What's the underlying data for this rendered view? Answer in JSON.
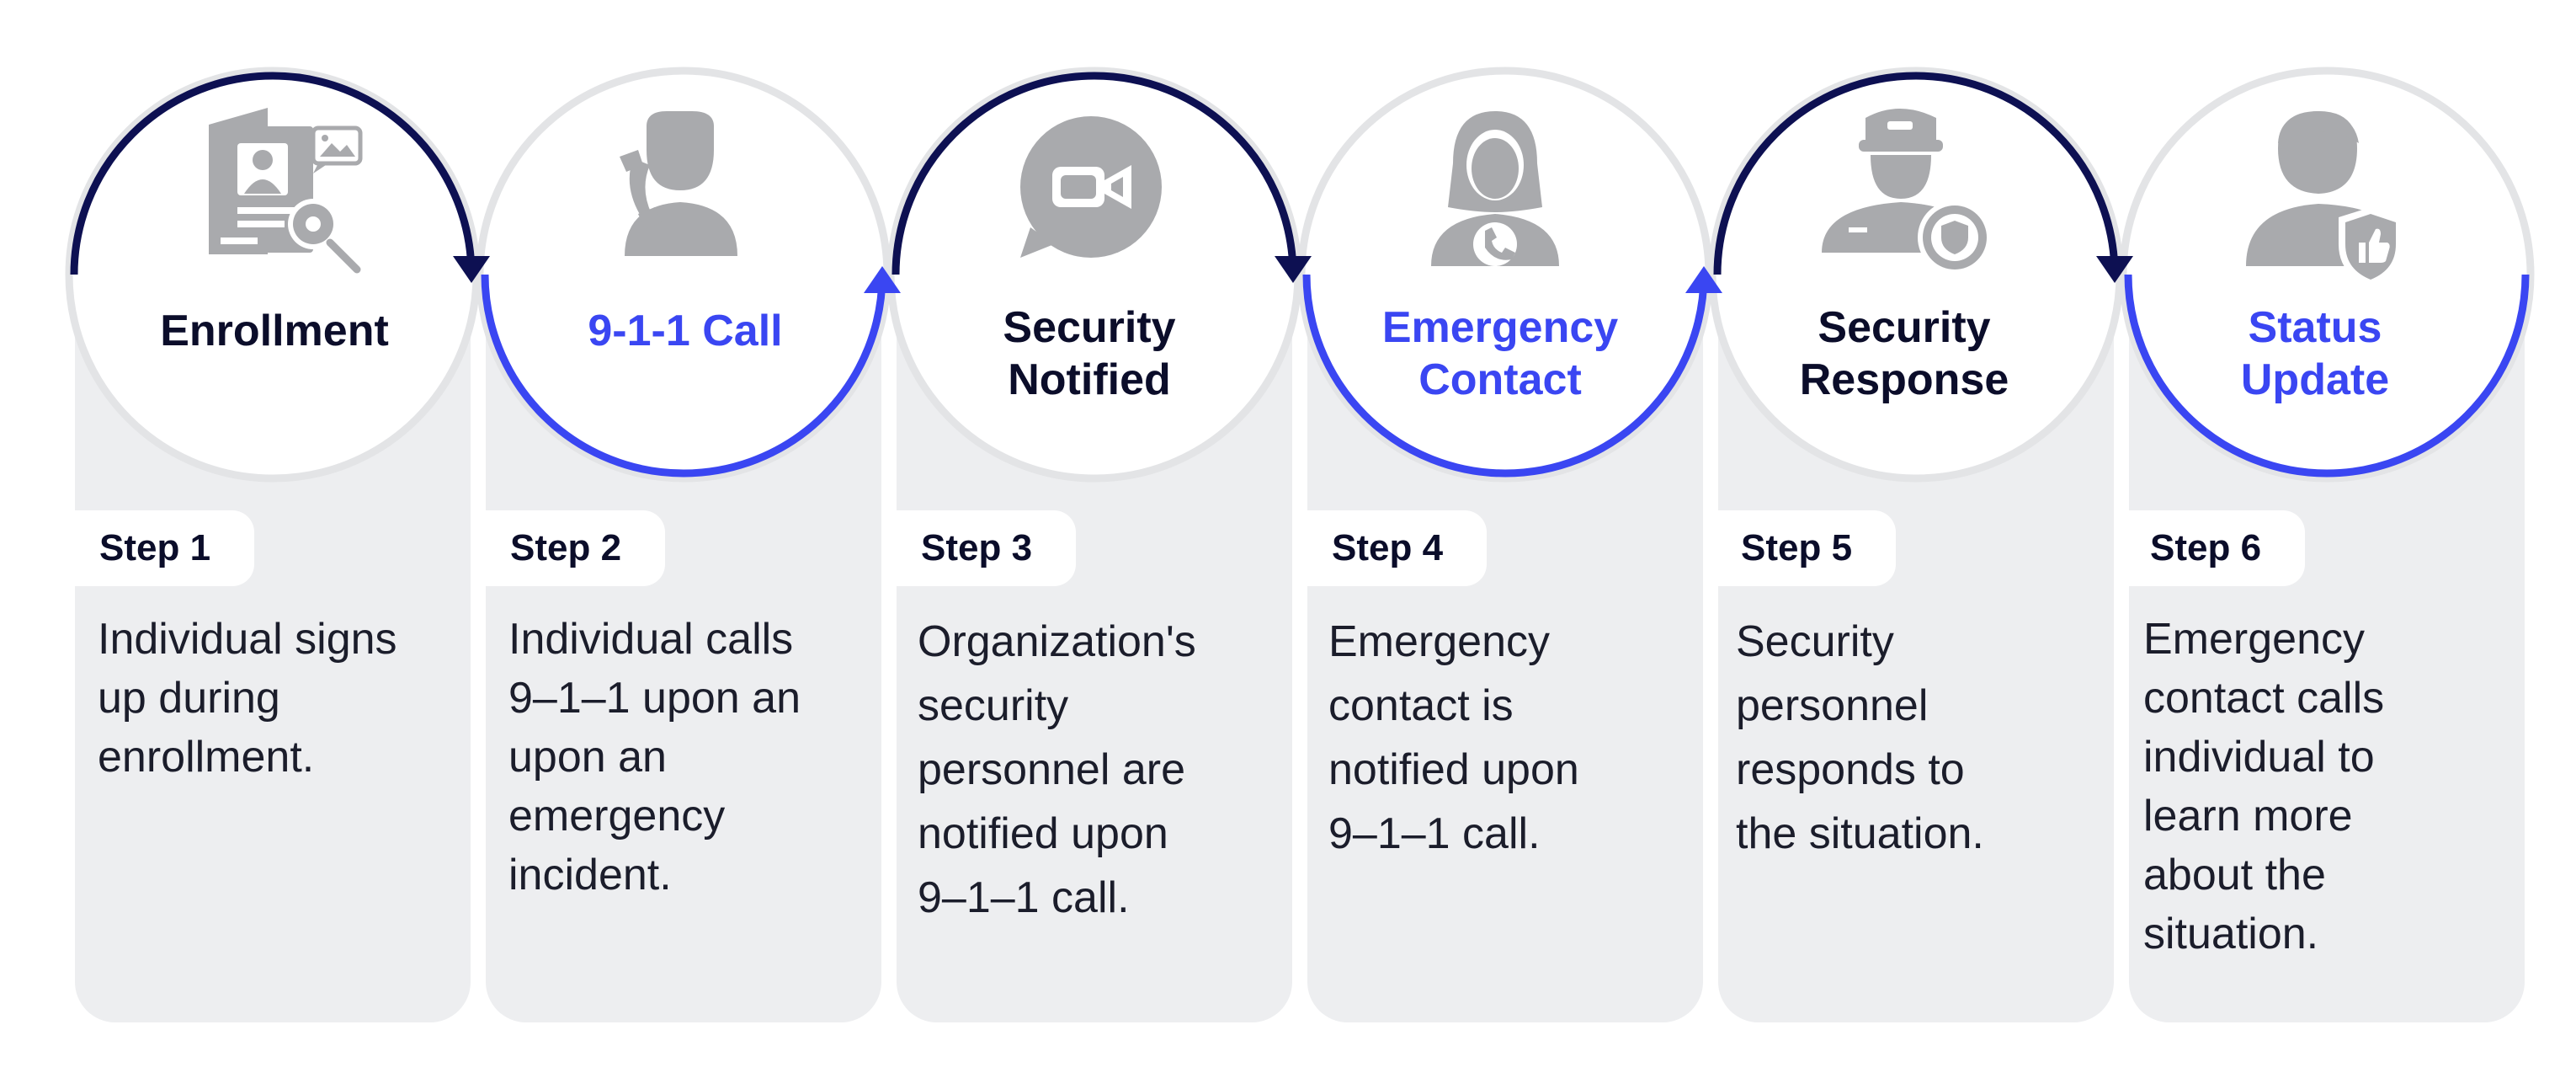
{
  "colors": {
    "navy": "#0d1052",
    "blue": "#3a46f2",
    "grey_ring": "#e3e4e6",
    "card": "#edeef0",
    "icon": "#a9aaad"
  },
  "steps": [
    {
      "badge": "Step 1",
      "title": [
        "Enrollment"
      ],
      "title_color": "dark",
      "description": [
        "Individual signs",
        "up during",
        "enrollment."
      ],
      "icon": "enrollment-document-icon"
    },
    {
      "badge": "Step 2",
      "title": [
        "9-1-1 Call"
      ],
      "title_color": "blue",
      "description": [
        "Individual calls",
        "9–1–1 upon an",
        "upon an",
        "emergency",
        "incident."
      ],
      "icon": "person-phone-call-icon"
    },
    {
      "badge": "Step 3",
      "title": [
        "Security",
        "Notified"
      ],
      "title_color": "dark",
      "description": [
        "Organization's",
        "security",
        "personnel are",
        "notified upon",
        "9–1–1 call."
      ],
      "icon": "video-chat-bubble-icon"
    },
    {
      "badge": "Step 4",
      "title": [
        "Emergency",
        "Contact"
      ],
      "title_color": "blue",
      "description": [
        "Emergency",
        "contact is",
        "notified upon",
        "9–1–1 call."
      ],
      "icon": "woman-phone-icon"
    },
    {
      "badge": "Step 5",
      "title": [
        "Security",
        "Response"
      ],
      "title_color": "dark",
      "description": [
        "Security",
        "personnel",
        "responds to",
        "the situation."
      ],
      "icon": "security-guard-shield-icon"
    },
    {
      "badge": "Step 6",
      "title": [
        "Status",
        "Update"
      ],
      "title_color": "blue",
      "description": [
        "Emergency",
        "contact calls",
        "individual to",
        "learn more",
        "about the",
        "situation."
      ],
      "icon": "person-thumbs-up-icon"
    }
  ]
}
